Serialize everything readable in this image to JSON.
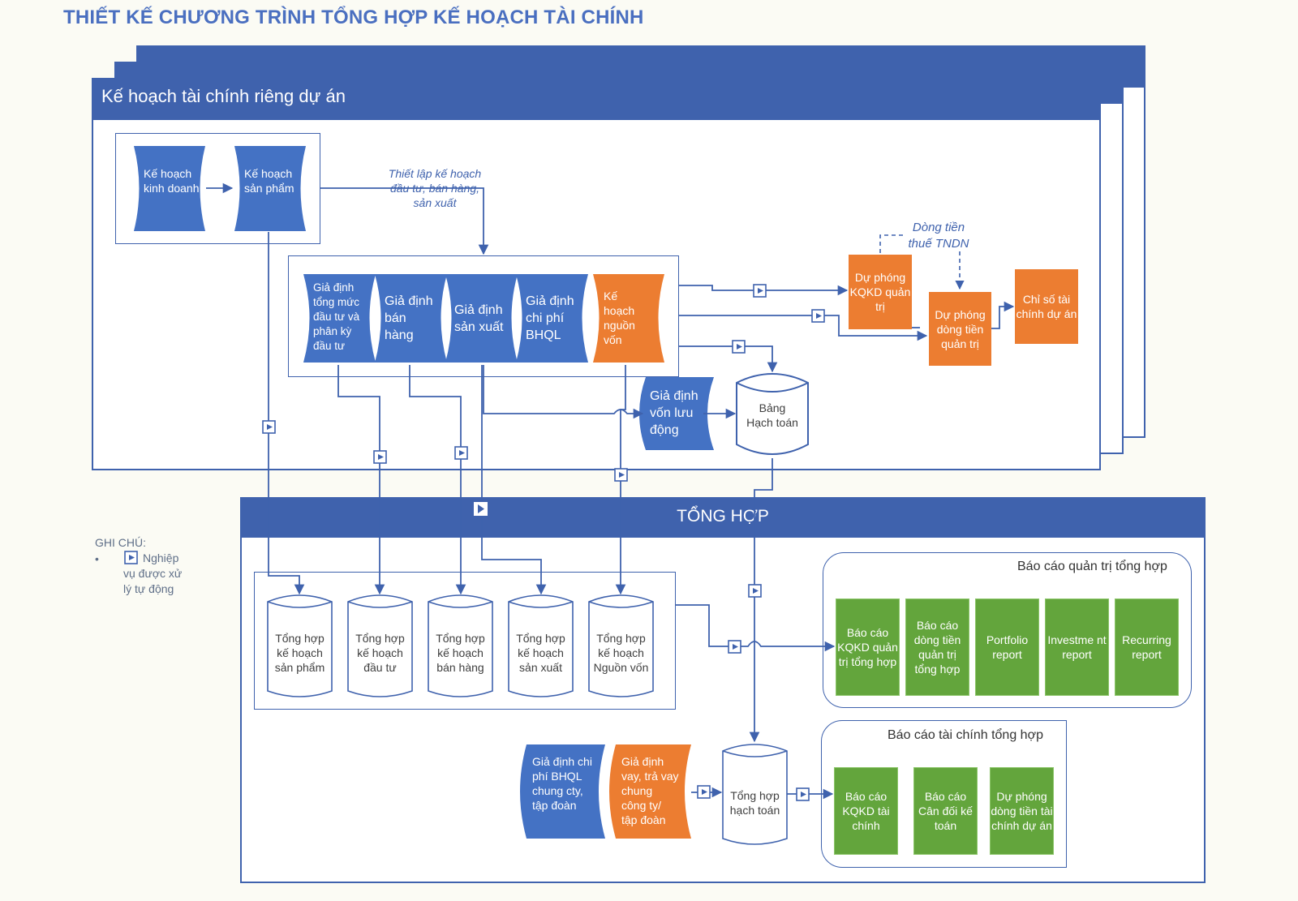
{
  "title": "THIẾT KẾ CHƯƠNG TRÌNH TỔNG HỢP KẾ HOẠCH TÀI CHÍNH",
  "project_panel": {
    "header": "Kế hoạch tài chính riêng dự án",
    "plan_business": "Kế hoạch kinh doanh",
    "plan_product": "Kế hoạch sản phẩm",
    "setup_note": "Thiết lập kế hoạch đầu tư, bán hàng, sản xuất",
    "assumptions": [
      "Giả định tổng mức đầu tư và phân kỳ đầu tư",
      "Giả định bán hàng",
      "Giả định sản xuất",
      "Giả định chi phí BHQL"
    ],
    "capital_plan": "Kế hoạch nguồn vốn",
    "working_capital": "Giả định vốn lưu động",
    "ledger": "Bảng Hạch toán",
    "tax_note": "Dòng tiền thuế TNDN",
    "forecast_pl": "Dự phóng KQKD quản trị",
    "forecast_cf": "Dự phóng dòng tiền quản trị",
    "kpi": "Chỉ số tài chính dự án"
  },
  "summary_panel": {
    "header": "TỔNG HỢP",
    "cylinders": [
      "Tổng hợp kế hoạch sản phẩm",
      "Tổng hợp kế hoạch đầu tư",
      "Tổng hợp kế hoạch bán hàng",
      "Tổng hợp kế hoạch sản xuất",
      "Tổng hợp kế hoạch Nguồn vốn"
    ],
    "mgmt_reports_title": "Báo cáo quản trị tổng hợp",
    "mgmt_reports": [
      "Báo cáo KQKD quản trị tổng hợp",
      "Báo cáo dòng tiền quản trị tổng hợp",
      "Portfolio report",
      "Investme nt report",
      "Recurring report"
    ],
    "fin_reports_title": "Báo cáo tài chính tổng hợp",
    "fin_reports": [
      "Báo cáo KQKD tài chính",
      "Báo cáo Cân đối kế toán",
      "Dự phóng dòng tiền tài chính dự án"
    ],
    "group_cost": "Giả định chi phí BHQL chung cty, tập đoàn",
    "group_loan": "Giả định vay, trả vay chung công ty/ tập đoàn",
    "accounting_total": "Tổng hợp hạch toán"
  },
  "legend": {
    "title": "GHI CHÚ:",
    "bullet": "•",
    "text": "Nghiệp vụ được xử lý tự động"
  },
  "colors": {
    "blue": "#3f62ad",
    "shape_blue": "#4472c4",
    "orange": "#ec7d31",
    "green": "#63a53c"
  }
}
